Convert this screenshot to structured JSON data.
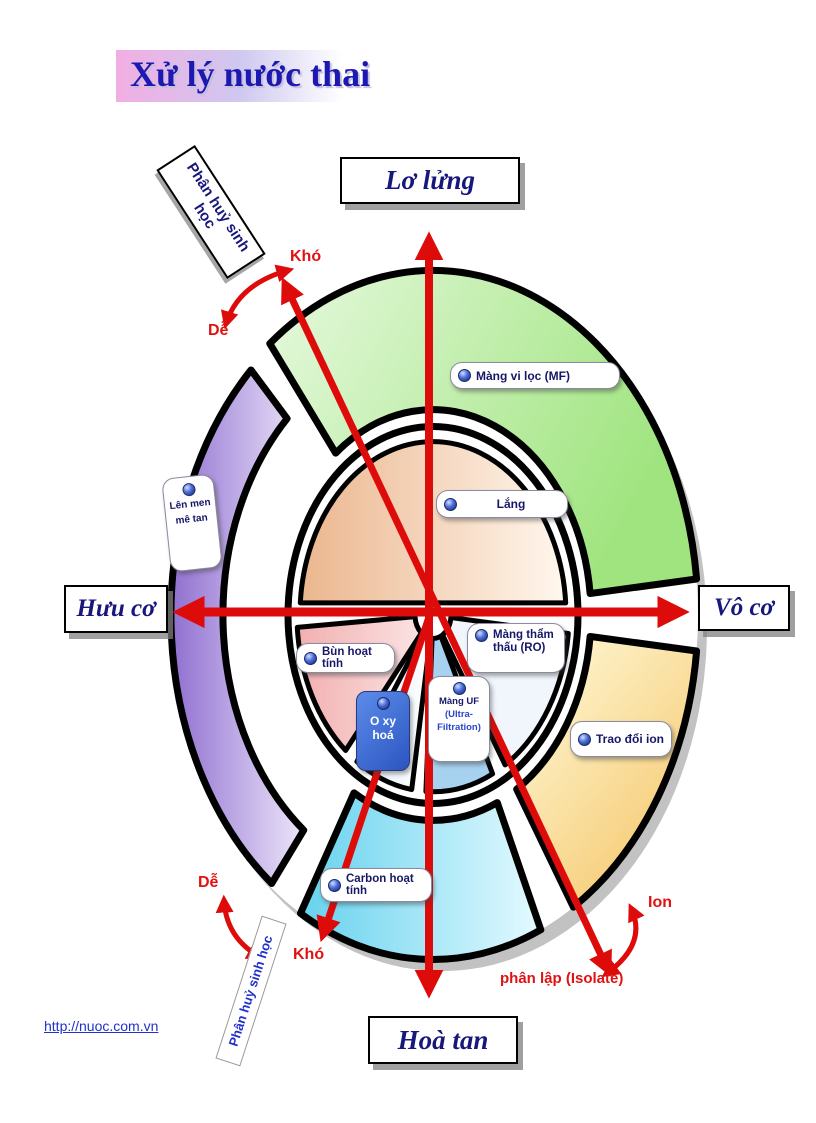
{
  "page": {
    "title": "Xử lý nước thai",
    "footer_link": "http://nuoc.com.vn"
  },
  "axes": {
    "top": "Lơ lửng",
    "bottom": "Hoà tan",
    "left": "Hưu cơ",
    "right": "Vô cơ"
  },
  "annotations": {
    "biodeg_top_left": "Phân huỷ sinh học",
    "biodeg_bottom_left": "Phân huỷ sinh học",
    "kho_top": "Khó",
    "de_top": "Dễ",
    "de_bottom": "Dễ",
    "kho_bottom": "Khó",
    "ion": "Ion",
    "isolate": "phân lập (Isolate)"
  },
  "processes": {
    "membrane_mf": "Màng vi lọc  (MF)",
    "sedimentation": "Lắng",
    "ro_line1": "Màng thẩm",
    "ro_line2": "thấu (RO)",
    "uf_line1": "Màng UF",
    "uf_line2": "(Ultra-",
    "uf_line3": "Filtration)",
    "activated_sludge": "Bùn hoạt tính",
    "oxidation": "O xy hoá",
    "ion_exchange": "Trao đổi ion",
    "activated_carbon": "Carbon hoạt tính",
    "methane_line1": "Lên men",
    "methane_line2": "mê tan"
  },
  "colors": {
    "arrow_red": "#de0b0b",
    "navy_text": "#17177c",
    "title_blue": "#1d18b0",
    "segment_green": "#9fe47e",
    "segment_purple": "#8f6fd0",
    "segment_yellow": "#f5c66a",
    "segment_cyan": "#66d2ee",
    "inner_peach": "#ebb68e",
    "link_blue": "#2230cc"
  }
}
